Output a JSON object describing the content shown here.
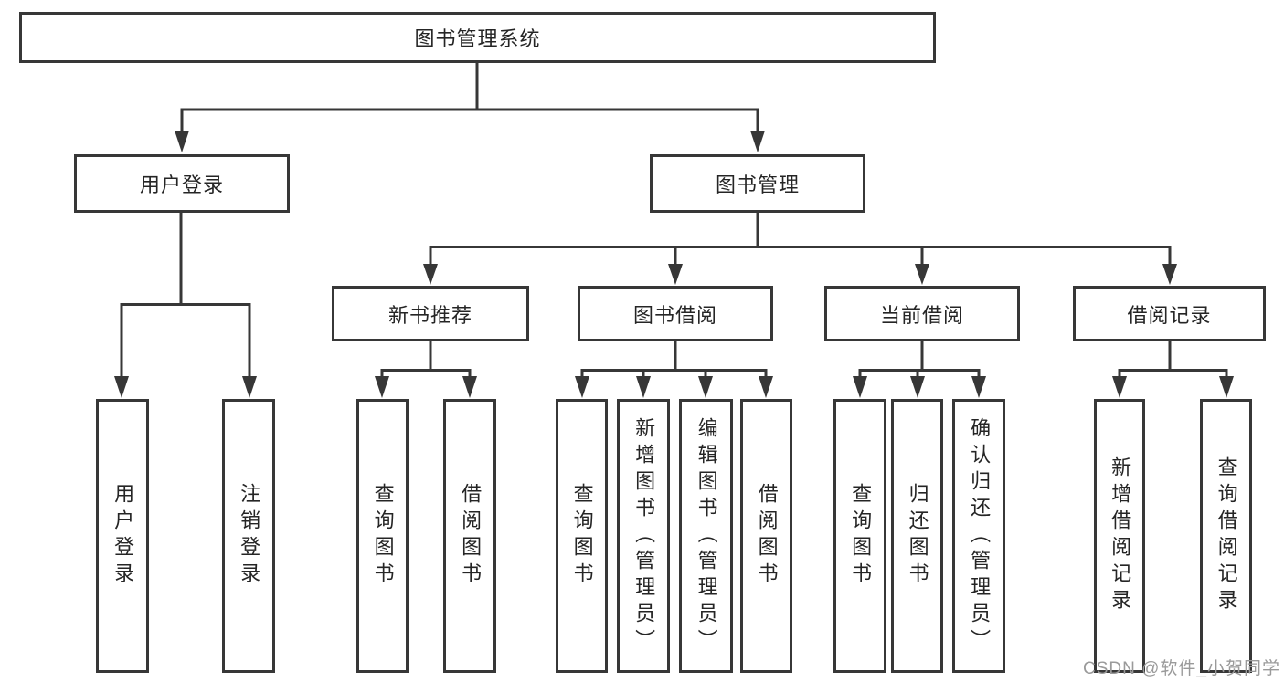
{
  "diagram": {
    "colors": {
      "line": "#373737",
      "box_border": "#373737",
      "text": "#252525",
      "watermark": "#9a9a9a",
      "background": "#ffffff"
    },
    "tree": {
      "root": {
        "label": "图书管理系统"
      },
      "children": [
        {
          "label": "用户登录",
          "children": [
            {
              "label": "用户登录"
            },
            {
              "label": "注销登录"
            }
          ]
        },
        {
          "label": "图书管理",
          "children": [
            {
              "label": "新书推荐",
              "children": [
                {
                  "label": "查询图书"
                },
                {
                  "label": "借阅图书"
                }
              ]
            },
            {
              "label": "图书借阅",
              "children": [
                {
                  "label": "查询图书"
                },
                {
                  "label": "新增图书（管理员）"
                },
                {
                  "label": "编辑图书（管理员）"
                },
                {
                  "label": "借阅图书"
                }
              ]
            },
            {
              "label": "当前借阅",
              "children": [
                {
                  "label": "查询图书"
                },
                {
                  "label": "归还图书"
                },
                {
                  "label": "确认归还（管理员）"
                }
              ]
            },
            {
              "label": "借阅记录",
              "children": [
                {
                  "label": "新增借阅记录"
                },
                {
                  "label": "查询借阅记录"
                }
              ]
            }
          ]
        }
      ]
    },
    "watermark": {
      "text": "CSDN @软件_小贺同学"
    }
  }
}
